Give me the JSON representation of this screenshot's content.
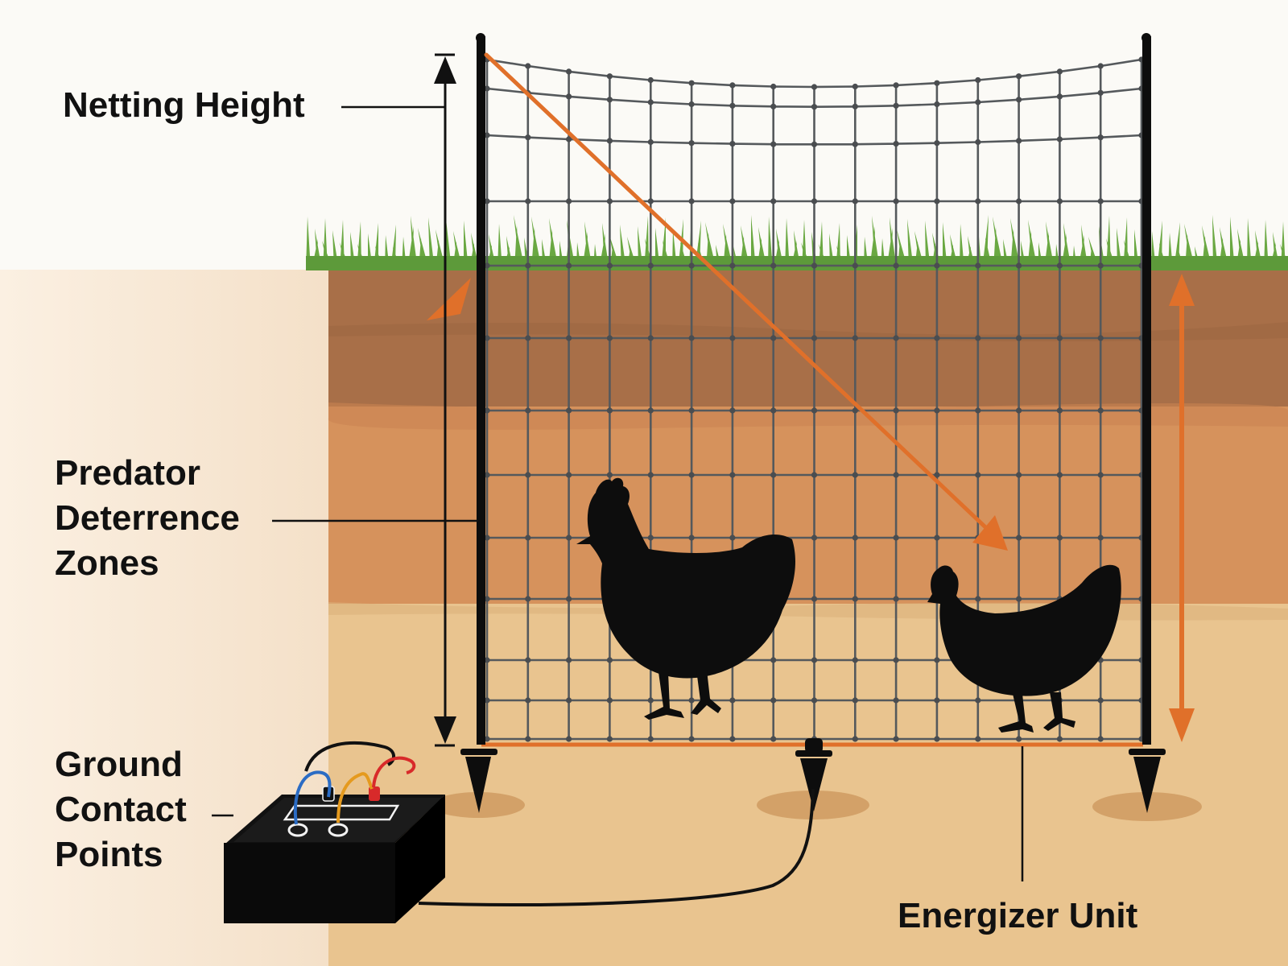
{
  "labels": {
    "netting_height": "Netting Height",
    "predator_zones": [
      "Predator",
      "Deterrence",
      "Zones"
    ],
    "ground_contact": [
      "Ground",
      "Contact",
      "Points"
    ],
    "energizer_unit": "Energizer Unit"
  },
  "colors": {
    "background": "#fbfaf6",
    "soil_left": "#f6e6d2",
    "soil_top": "#a86f48",
    "soil_middle": "#d6925c",
    "soil_bottom": "#e9c48f",
    "grass": "#6aa842",
    "netting": "#55595c",
    "accent_orange": "#e0702a",
    "silhouette": "#0d0d0d"
  },
  "icons": [
    "fence-post",
    "ground-stake",
    "chicken-silhouette",
    "energizer-box",
    "dimension-arrow"
  ]
}
